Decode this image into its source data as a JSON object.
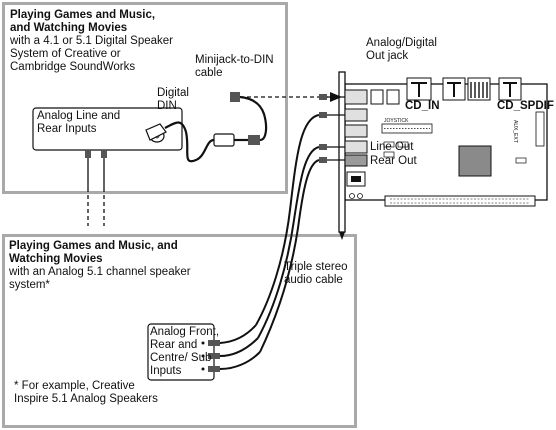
{
  "top_box": {
    "title": "Playing Games and Music,\nand Watching Movies",
    "desc": "with a 4.1 or 5.1 Digital Speaker\nSystem of Creative or\nCambridge SoundWorks"
  },
  "bottom_box": {
    "title": "Playing Games and Music, and\nWatching Movies",
    "desc": "with an Analog 5.1 channel speaker\nsystem*",
    "footnote": "* For example, Creative\nInspire 5.1 Analog Speakers"
  },
  "labels": {
    "analog_line_rear": "Analog Line and\nRear Inputs",
    "digital_din": "Digital\nDIN",
    "minijack_din": "Minijack-to-DIN\ncable",
    "analog_digital_out": "Analog/Digital\nOut jack",
    "cd_in": "CD_IN",
    "cd_spdif": "CD_SPDIF",
    "line_out": "Line Out",
    "rear_out": "Rear Out",
    "triple_stereo": "Triple stereo\naudio cable",
    "analog_front": "Analog Front,\nRear and\nCentre/ Sub\nInputs",
    "joystick": "JOYSTICK",
    "aux": "AUX_EXT"
  },
  "colors": {
    "frame": "#a9a9a9",
    "line": "#111111",
    "card": "#ffffff",
    "chip": "#8a8a8a"
  }
}
